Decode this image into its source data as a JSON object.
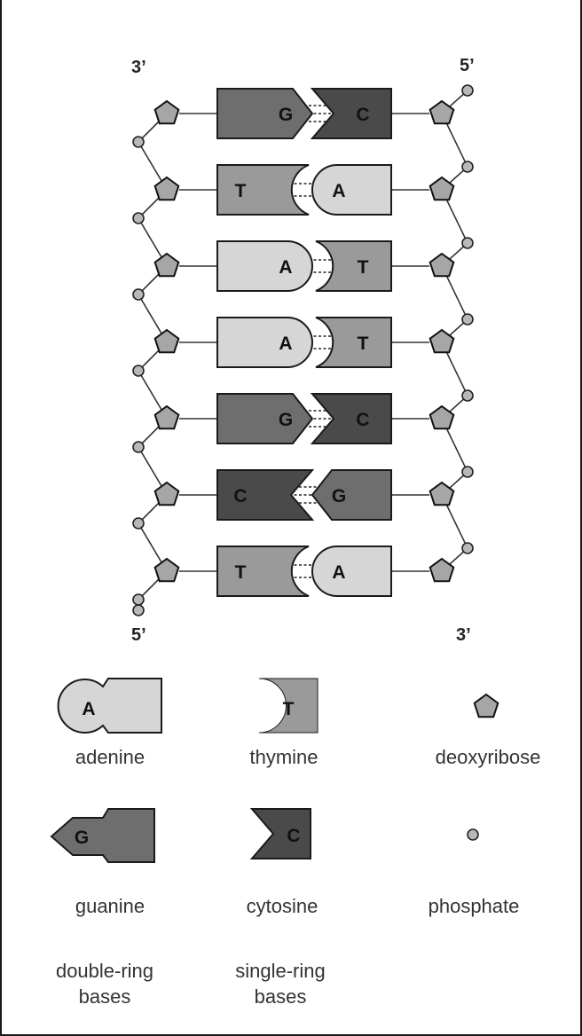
{
  "strand_ends": {
    "top_left": "3’",
    "top_right": "5’",
    "bottom_left": "5’",
    "bottom_right": "3’"
  },
  "pairs": [
    {
      "left": "G",
      "right": "C"
    },
    {
      "left": "T",
      "right": "A"
    },
    {
      "left": "A",
      "right": "T"
    },
    {
      "left": "A",
      "right": "T"
    },
    {
      "left": "G",
      "right": "C"
    },
    {
      "left": "C",
      "right": "G"
    },
    {
      "left": "T",
      "right": "A"
    }
  ],
  "legend": {
    "adenine": {
      "letter": "A",
      "label": "adenine"
    },
    "thymine": {
      "letter": "T",
      "label": "thymine"
    },
    "deoxyribose": {
      "label": "deoxyribose"
    },
    "guanine": {
      "letter": "G",
      "label": "guanine"
    },
    "cytosine": {
      "letter": "C",
      "label": "cytosine"
    },
    "phosphate": {
      "label": "phosphate"
    },
    "double_ring": {
      "line1": "double-ring",
      "line2": "bases"
    },
    "single_ring": {
      "line1": "single-ring",
      "line2": "bases"
    }
  },
  "colors": {
    "adenine": "#d6d6d6",
    "thymine": "#9a9a9a",
    "guanine": "#6e6e6e",
    "cytosine": "#4a4a4a",
    "sugar": "#a6a6a6",
    "phosphate": "#b8b8b8"
  }
}
